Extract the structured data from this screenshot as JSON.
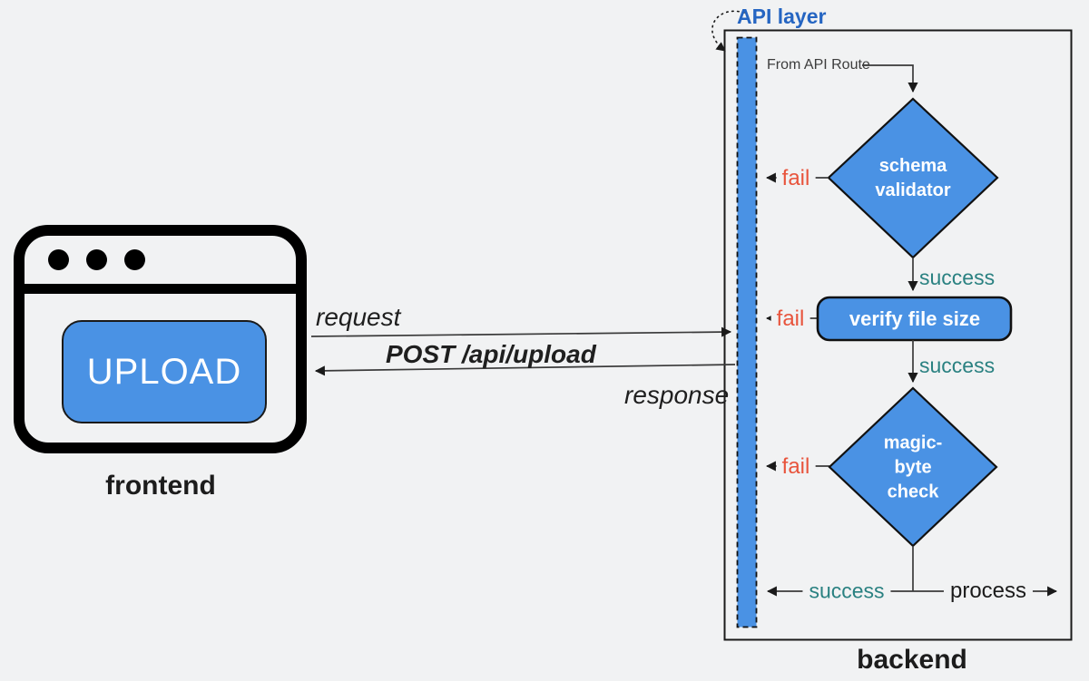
{
  "frontend": {
    "label": "frontend",
    "upload_button": "UPLOAD"
  },
  "connection": {
    "request": "request",
    "method": "POST /api/upload",
    "response": "response"
  },
  "api_layer": {
    "label": "API layer"
  },
  "backend": {
    "label": "backend",
    "from_api_route": "From API Route",
    "schema_validator": "schema\nvalidator",
    "verify_file_size": "verify file size",
    "magic_byte_check": "magic-\nbyte\ncheck",
    "fail": "fail",
    "success": "success",
    "process": "process"
  },
  "colors": {
    "shape_blue": "#4a92e4",
    "api_label_blue": "#2565c2",
    "fail_orange": "#e8543c",
    "success_teal": "#2a8181",
    "stroke_dark": "#1a1a1a",
    "background": "#f1f2f3"
  }
}
